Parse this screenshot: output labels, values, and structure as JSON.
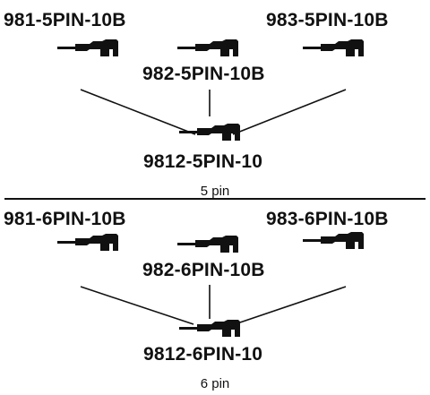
{
  "sections": [
    {
      "top_left_label": "981-5PIN-10B",
      "top_right_label": "983-5PIN-10B",
      "middle_label": "982-5PIN-10B",
      "bottom_label": "9812-5PIN-10",
      "caption": "5 pin"
    },
    {
      "top_left_label": "981-6PIN-10B",
      "top_right_label": "983-6PIN-10B",
      "middle_label": "982-6PIN-10B",
      "bottom_label": "9812-6PIN-10",
      "caption": "6 pin"
    }
  ],
  "icons": {
    "connector": "connector-icon"
  },
  "colors": {
    "ink": "#111111",
    "background": "#ffffff"
  }
}
